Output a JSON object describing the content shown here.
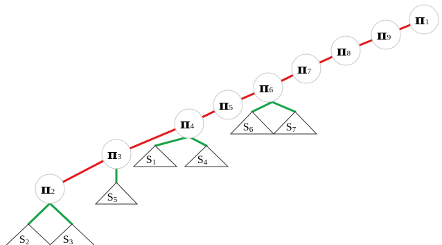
{
  "colors": {
    "main_path": "#e31a1c",
    "subtree_edge": "#1ba34a",
    "node_border": "#c8c8c8",
    "triangle_border": "#333333"
  },
  "nodes": [
    {
      "id": "pi1",
      "symbol": "π",
      "subscript": "1"
    },
    {
      "id": "pi9",
      "symbol": "π",
      "subscript": "9"
    },
    {
      "id": "pi8",
      "symbol": "π",
      "subscript": "8"
    },
    {
      "id": "pi7",
      "symbol": "π",
      "subscript": "7"
    },
    {
      "id": "pi6",
      "symbol": "π",
      "subscript": "6"
    },
    {
      "id": "pi5",
      "symbol": "π",
      "subscript": "5"
    },
    {
      "id": "pi4",
      "symbol": "π",
      "subscript": "4"
    },
    {
      "id": "pi3",
      "symbol": "π",
      "subscript": "3"
    },
    {
      "id": "pi2",
      "symbol": "π",
      "subscript": "2"
    }
  ],
  "main_path": [
    "pi1",
    "pi9",
    "pi8",
    "pi7",
    "pi6",
    "pi5",
    "pi4",
    "pi3",
    "pi2"
  ],
  "subtrees": [
    {
      "id": "s1",
      "letter": "S",
      "subscript": "1",
      "parent": "pi4"
    },
    {
      "id": "s4",
      "letter": "S",
      "subscript": "4",
      "parent": "pi4"
    },
    {
      "id": "s6",
      "letter": "S",
      "subscript": "6",
      "parent": "pi6"
    },
    {
      "id": "s7",
      "letter": "S",
      "subscript": "7",
      "parent": "pi6"
    },
    {
      "id": "s5",
      "letter": "S",
      "subscript": "5",
      "parent": "pi3"
    },
    {
      "id": "s2",
      "letter": "S",
      "subscript": "2",
      "parent": "pi2"
    },
    {
      "id": "s3",
      "letter": "S",
      "subscript": "3",
      "parent": "pi2"
    }
  ]
}
